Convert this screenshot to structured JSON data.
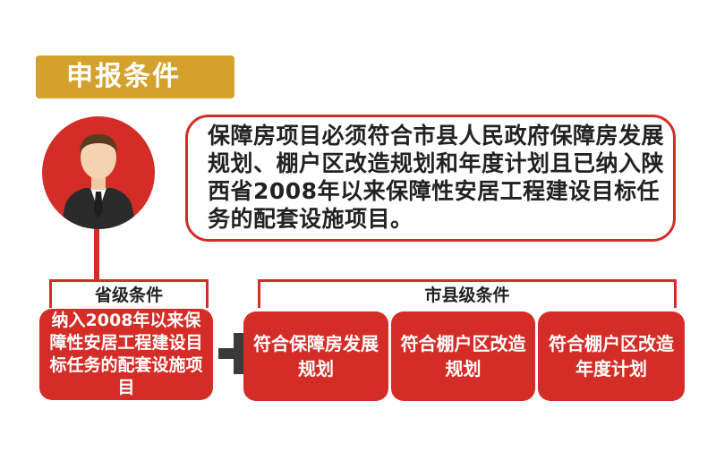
{
  "title": "申报条件",
  "bubble_text": "保障房项目必须符合市县人民政府保障房发展规划、棚户区改造规划和年度计划且已纳入陕西省2008年以来保障性安居工程建设目标任务的配套设施项目。",
  "provincial": {
    "header": "省级条件",
    "box": "纳入2008年以来保障性安居工程建设目标任务的配套设施项目"
  },
  "city_county": {
    "header": "市县级条件",
    "boxes": [
      "符合保障房发展规划",
      "符合棚户区改造规划",
      "符合棚户区改造年度计划"
    ]
  },
  "colors": {
    "accent_red": "#d42d27",
    "title_gold": "#d4a22c",
    "plus_gray": "#3a3a3a"
  },
  "icons": {
    "avatar": "businessman-avatar-icon",
    "plus": "plus-icon"
  }
}
